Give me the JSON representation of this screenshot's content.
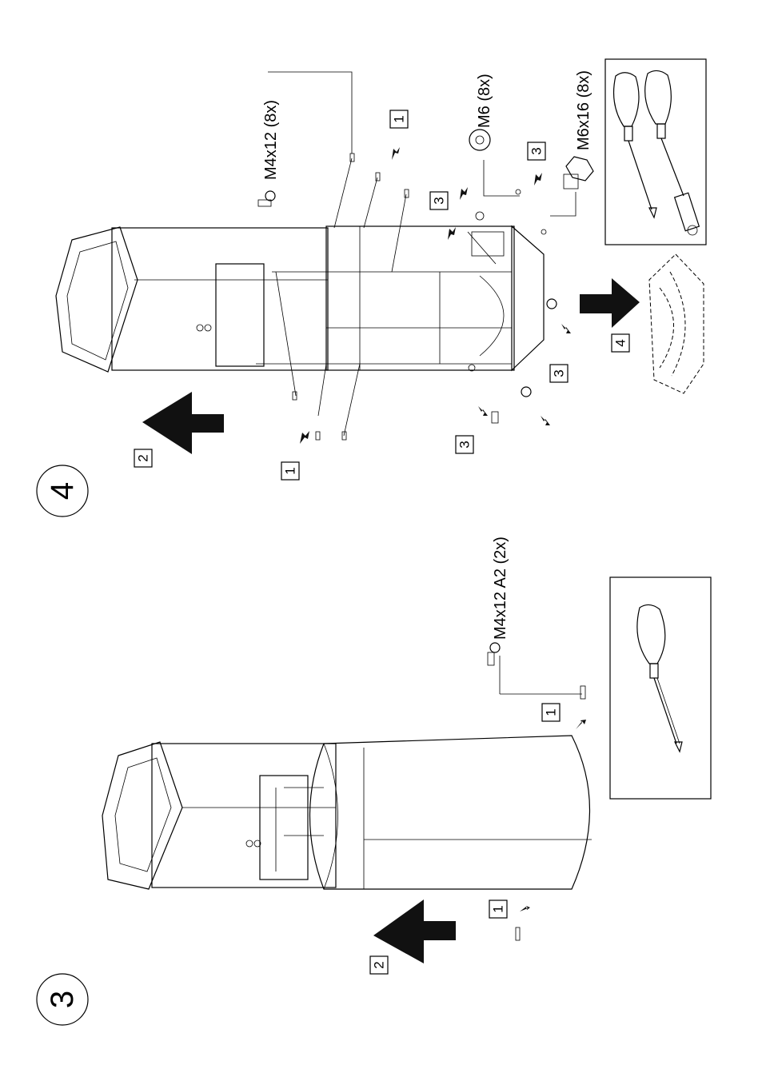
{
  "step3": {
    "number": "3",
    "screw_spec": "M4x12 A2 (2x)",
    "callout_1": "1",
    "callout_2": "2"
  },
  "step4": {
    "number": "4",
    "screw_spec_a": "M4x12 (8x)",
    "washer_spec": "M6 (8x)",
    "bolt_spec": "M6x16 (8x)",
    "callout_1": "1",
    "callout_2": "2",
    "callout_3": "3",
    "callout_4": "4"
  }
}
